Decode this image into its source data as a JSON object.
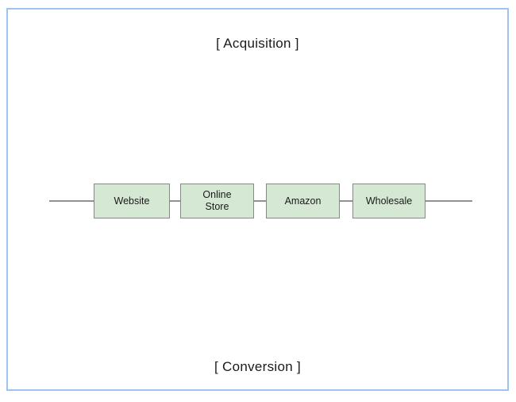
{
  "diagram": {
    "top_caption": "[ Acquisition ]",
    "bottom_caption": "[ Conversion ]",
    "frame_color": "#9ec3ef",
    "node_fill_color": "#d5e8d4",
    "node_border_color": "#888888",
    "connector_color": "#919191",
    "background_color": "#ffffff",
    "nodes": [
      {
        "id": "website",
        "label": "Website"
      },
      {
        "id": "online-store",
        "label": "Online\nStore"
      },
      {
        "id": "amazon",
        "label": "Amazon"
      },
      {
        "id": "wholesale",
        "label": "Wholesale"
      }
    ],
    "connectors": [
      {
        "id": "lead-in",
        "label": ""
      },
      {
        "id": "website-to-online-store",
        "label": ""
      },
      {
        "id": "online-store-to-amazon",
        "label": ""
      },
      {
        "id": "amazon-to-wholesale",
        "label": ""
      },
      {
        "id": "lead-out",
        "label": ""
      }
    ]
  }
}
